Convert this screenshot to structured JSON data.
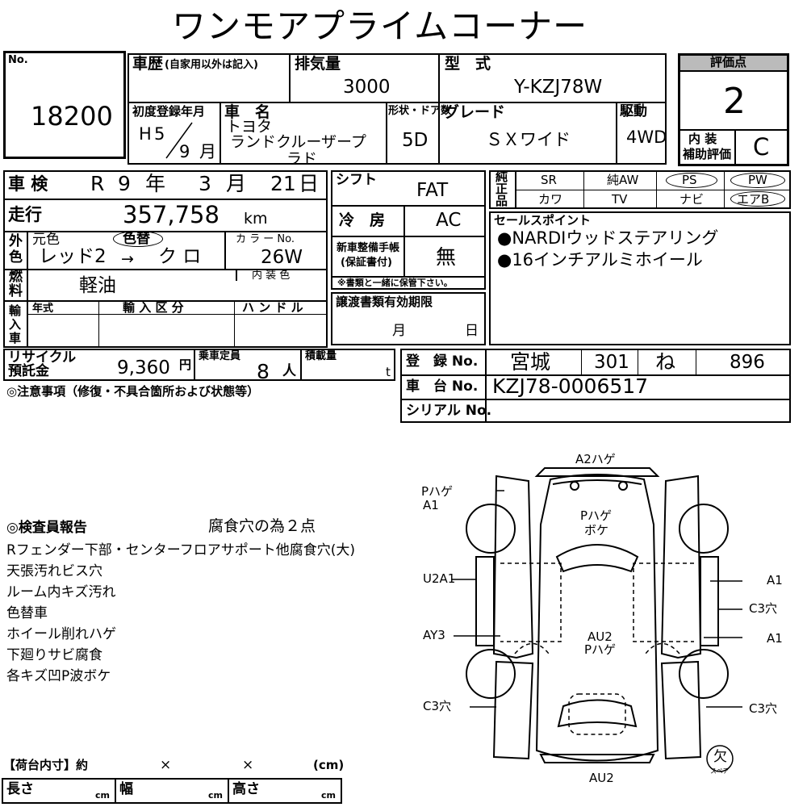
{
  "title": "ワンモアプライムコーナー",
  "no": {
    "label": "No.",
    "value": "18200"
  },
  "history": {
    "label": "車歴",
    "note": "(自家用以外は記入)",
    "value": ""
  },
  "displacement": {
    "label": "排気量",
    "value": "3000"
  },
  "model": {
    "label": "型　式",
    "value": "Y-KZJ78W"
  },
  "rating": {
    "label": "評価点",
    "value": "2",
    "interior_label_1": "内 装",
    "interior_label_2": "補助評価",
    "interior_value": "C"
  },
  "first_reg": {
    "label": "初度登録年月",
    "era": "H",
    "year": "5",
    "slash": "/",
    "month": "9",
    "month_unit": "月"
  },
  "car_name": {
    "label": "車　名",
    "line1": "トヨタ",
    "line2": "ランドクルーザープ",
    "line3": "ラド"
  },
  "doors": {
    "label": "形状・ドア数",
    "value": "5D"
  },
  "grade": {
    "label": "グレード",
    "value": "ＳＸワイド"
  },
  "drive": {
    "label": "駆動",
    "value": "4WD"
  },
  "inspection": {
    "label": "車 検",
    "era": "R",
    "year": "9",
    "year_unit": "年",
    "month": "3",
    "month_unit": "月",
    "day": "21",
    "day_unit": "日"
  },
  "mileage": {
    "label": "走行",
    "value": "357,758",
    "unit": "km"
  },
  "color": {
    "side_label_1": "外",
    "side_label_2": "色",
    "orig_label": "元色",
    "repaint_label": "色替",
    "value": "レッド2",
    "arrow": "→",
    "new_value": "ク ロ",
    "code_label": "カ ラ ー No.",
    "code": "26W"
  },
  "fuel": {
    "side_label_1": "燃",
    "side_label_2": "料",
    "value": "軽油",
    "interior_color_label": "内 装 色"
  },
  "import": {
    "side_label": "輸入車",
    "year_label": "年式",
    "class_label": "輸 入 区 分",
    "handle_label": "ハ ン ド ル"
  },
  "recycle": {
    "label_1": "リサイクル",
    "label_2": "預託金",
    "value": "9,360",
    "unit": "円"
  },
  "capacity": {
    "label": "乗車定員",
    "value": "8",
    "unit": "人"
  },
  "load": {
    "label": "積載量",
    "unit": "t"
  },
  "notes_label": "◎注意事項（修復・不具合箇所および状態等）",
  "shift": {
    "label": "シフト",
    "value": "FAT"
  },
  "ac": {
    "label": "冷　房",
    "value": "AC"
  },
  "manual": {
    "label_1": "新車整備手帳",
    "label_2": "(保証書付)",
    "value": "無",
    "note": "※書類と一緒に保管下さい。"
  },
  "transfer": {
    "label": "譲渡書類有効期限",
    "month": "月",
    "day": "日"
  },
  "equipment": {
    "side_label": "純正品",
    "items": [
      "SR",
      "純AW",
      "PS",
      "PW",
      "カワ",
      "TV",
      "ナビ",
      "エアB"
    ]
  },
  "sales": {
    "label": "セールスポイント",
    "points": [
      "●NARDIウッドステアリング",
      "●16インチアルミホイール"
    ]
  },
  "registration": {
    "label": "登　録 No.",
    "pref": "宮城",
    "class": "301",
    "kana": "ね",
    "number": "896"
  },
  "chassis": {
    "label": "車　台 No.",
    "value": "KZJ78-0006517"
  },
  "serial": {
    "label": "シリアル No.",
    "value": ""
  },
  "report": {
    "label": "◎検査員報告",
    "reason": "腐食穴の為２点",
    "lines": [
      "Rフェンダー下部・センターフロアサポート他腐食穴(大)",
      "天張汚れビス穴",
      "ルーム内キズ汚れ",
      "色替車",
      "ホイール削れハゲ",
      "下廻りサビ腐食",
      "各キズ凹P波ボケ"
    ]
  },
  "diagram": {
    "top": "A2ハゲ",
    "front_left_1": "Pハゲ",
    "front_left_2": "A1",
    "hood_1": "Pハゲ",
    "hood_2": "ボケ",
    "left_1": "U2A1",
    "left_2": "AY3",
    "left_3": "C3穴",
    "center_1": "AU2",
    "center_2": "Pハゲ",
    "right_1": "A1",
    "right_2": "C3穴",
    "right_3": "A1",
    "right_4": "C3穴",
    "bottom": "AU2",
    "spare_1": "欠",
    "spare_2": "スペア"
  },
  "cargo": {
    "label": "【荷台内寸】約",
    "x1": "×",
    "x2": "×",
    "unit": "(cm)",
    "length": "長さ",
    "width": "幅",
    "height": "高さ",
    "cm": "cm"
  }
}
